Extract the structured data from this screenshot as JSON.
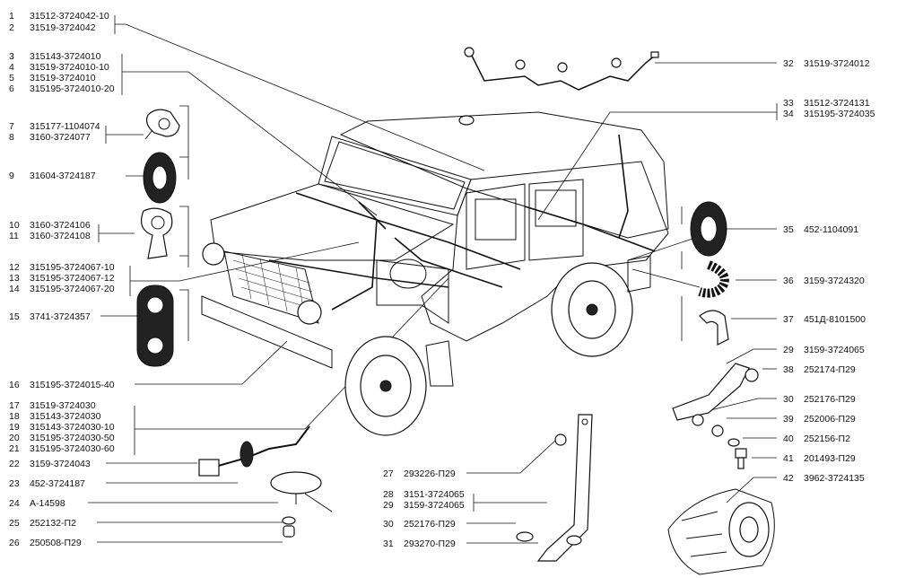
{
  "callouts": [
    {
      "num": "1",
      "code": "31512-3724042-10"
    },
    {
      "num": "2",
      "code": "31519-3724042"
    },
    {
      "num": "3",
      "code": "315143-3724010"
    },
    {
      "num": "4",
      "code": "31519-3724010-10"
    },
    {
      "num": "5",
      "code": "31519-3724010"
    },
    {
      "num": "6",
      "code": "315195-3724010-20"
    },
    {
      "num": "7",
      "code": "315177-1104074"
    },
    {
      "num": "8",
      "code": "3160-3724077"
    },
    {
      "num": "9",
      "code": "31604-3724187"
    },
    {
      "num": "10",
      "code": "3160-3724106"
    },
    {
      "num": "11",
      "code": "3160-3724108"
    },
    {
      "num": "12",
      "code": "315195-3724067-10"
    },
    {
      "num": "13",
      "code": "315195-3724067-12"
    },
    {
      "num": "14",
      "code": "315195-3724067-20"
    },
    {
      "num": "15",
      "code": "3741-3724357"
    },
    {
      "num": "16",
      "code": "315195-3724015-40"
    },
    {
      "num": "17",
      "code": "31519-3724030"
    },
    {
      "num": "18",
      "code": "315143-3724030"
    },
    {
      "num": "19",
      "code": "315143-3724030-10"
    },
    {
      "num": "20",
      "code": "315195-3724030-50"
    },
    {
      "num": "21",
      "code": "315195-3724030-60"
    },
    {
      "num": "22",
      "code": "3159-3724043"
    },
    {
      "num": "23",
      "code": "452-3724187"
    },
    {
      "num": "24",
      "code": "А-14598"
    },
    {
      "num": "25",
      "code": "252132-П2"
    },
    {
      "num": "26",
      "code": "250508-П29"
    },
    {
      "num": "27",
      "code": "293226-П29"
    },
    {
      "num": "28",
      "code": "3151-3724065"
    },
    {
      "num": "29",
      "code": "3159-3724065"
    },
    {
      "num": "30",
      "code": "252176-П29"
    },
    {
      "num": "31",
      "code": "293270-П29"
    },
    {
      "num": "32",
      "code": "31519-3724012"
    },
    {
      "num": "33",
      "code": "31512-3724131"
    },
    {
      "num": "34",
      "code": "315195-3724035"
    },
    {
      "num": "35",
      "code": "452-1104091"
    },
    {
      "num": "36",
      "code": "3159-3724320"
    },
    {
      "num": "37",
      "code": "451Д-8101500"
    },
    {
      "num": "29",
      "code": "3159-3724065"
    },
    {
      "num": "38",
      "code": "252174-П29"
    },
    {
      "num": "30",
      "code": "252176-П29"
    },
    {
      "num": "39",
      "code": "252006-П29"
    },
    {
      "num": "40",
      "code": "252156-П2"
    },
    {
      "num": "41",
      "code": "201493-П29"
    },
    {
      "num": "42",
      "code": "3962-3724135"
    }
  ],
  "colors": {
    "ink": "#111111",
    "paper": "#ffffff"
  },
  "icons": [
    "clamp-icon",
    "grommet-icon",
    "holder-icon",
    "double-grommet-icon",
    "connector-icon",
    "washer-icon",
    "bolt-icon",
    "corrugated-tube-icon",
    "bracket-icon"
  ]
}
